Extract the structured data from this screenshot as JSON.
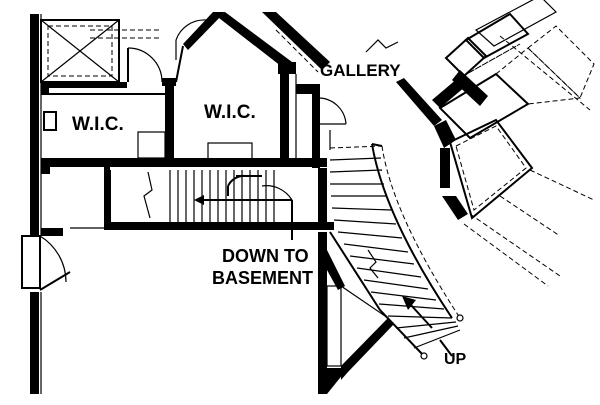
{
  "plan": {
    "labels": {
      "gallery": "GALLERY",
      "wic_left": "W.I.C.",
      "wic_right": "W.I.C.",
      "down_line1": "DOWN TO",
      "down_line2": "BASEMENT",
      "up": "UP"
    },
    "colors": {
      "line": "#000000",
      "background": "#ffffff"
    }
  }
}
